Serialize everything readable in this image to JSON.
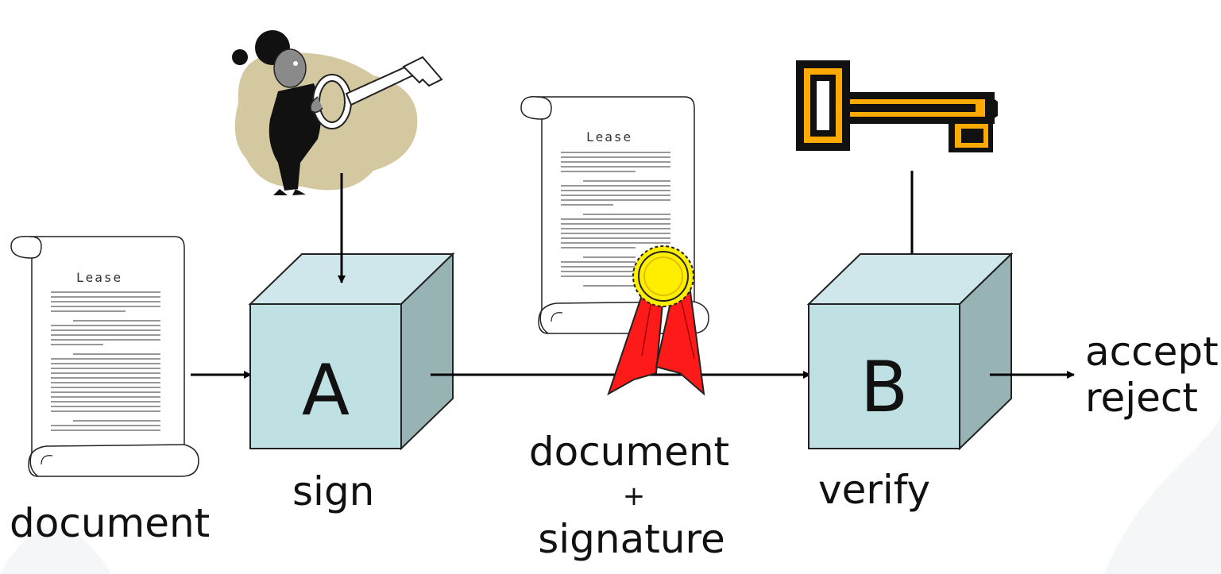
{
  "input_document": {
    "label": "document",
    "scroll_heading": "Lease"
  },
  "sign_box": {
    "letter": "A",
    "label": "sign"
  },
  "signed_document": {
    "scroll_heading": "Lease",
    "label_line1": "document",
    "label_line2": "+",
    "label_line3": "signature"
  },
  "verify_box": {
    "letter": "B",
    "label": "verify"
  },
  "output": {
    "accept": "accept",
    "reject": "reject"
  },
  "colors": {
    "box_front": "#bfe1e4",
    "box_top": "#cfe7ea",
    "box_side": "#98b3b4",
    "ribbon": "#ff1a1a",
    "seal": "#ffee00",
    "key_gold": "#ffaa00",
    "blob": "#d4c8a0"
  },
  "icons": {
    "signer": "person-holding-key-icon",
    "public_key": "key-icon",
    "seal": "award-ribbon-icon"
  }
}
